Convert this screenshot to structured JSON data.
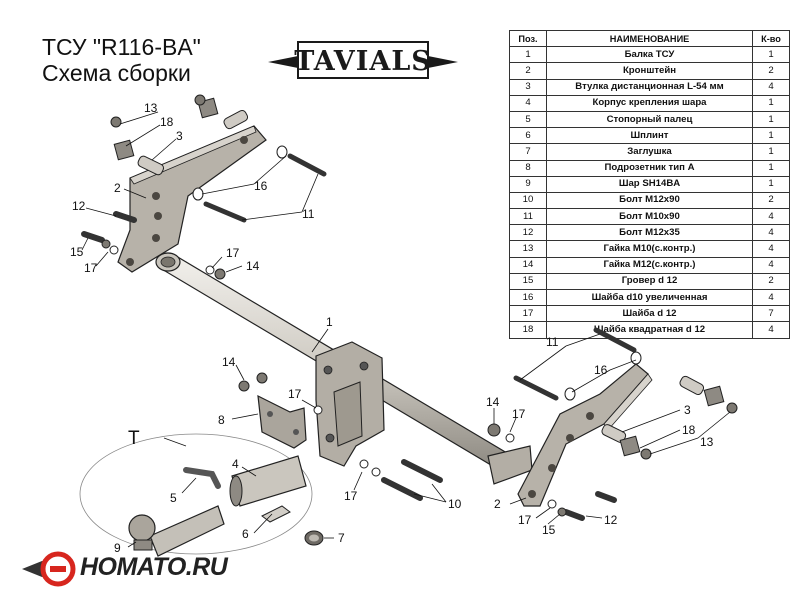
{
  "header": {
    "code_line": "ТСУ  \"R116-BA\"",
    "subtitle": "Схема сборки",
    "brand": "TAVIALS"
  },
  "table": {
    "headers": [
      "Поз.",
      "НАИМЕНОВАНИЕ",
      "К-во"
    ],
    "rows": [
      {
        "pos": "1",
        "name": "Балка ТСУ",
        "qty": "1"
      },
      {
        "pos": "2",
        "name": "Кронштейн",
        "qty": "2"
      },
      {
        "pos": "3",
        "name": "Втулка дистанционная L-54 мм",
        "qty": "4"
      },
      {
        "pos": "4",
        "name": "Корпус крепления шара",
        "qty": "1"
      },
      {
        "pos": "5",
        "name": "Стопорный палец",
        "qty": "1"
      },
      {
        "pos": "6",
        "name": "Шплинт",
        "qty": "1"
      },
      {
        "pos": "7",
        "name": "Заглушка",
        "qty": "1"
      },
      {
        "pos": "8",
        "name": "Подрозетник тип А",
        "qty": "1"
      },
      {
        "pos": "9",
        "name": "Шар SH14BA",
        "qty": "1"
      },
      {
        "pos": "10",
        "name": "Болт M12x90",
        "qty": "2"
      },
      {
        "pos": "11",
        "name": "Болт M10x90",
        "qty": "4"
      },
      {
        "pos": "12",
        "name": "Болт M12x35",
        "qty": "4"
      },
      {
        "pos": "13",
        "name": "Гайка M10(с.контр.)",
        "qty": "4"
      },
      {
        "pos": "14",
        "name": "Гайка M12(с.контр.)",
        "qty": "4"
      },
      {
        "pos": "15",
        "name": "Гровер d 12",
        "qty": "2"
      },
      {
        "pos": "16",
        "name": "Шайба d10 увеличенная",
        "qty": "4"
      },
      {
        "pos": "17",
        "name": "Шайба d 12",
        "qty": "7"
      },
      {
        "pos": "18",
        "name": "Шайба квадратная d 12",
        "qty": "4"
      }
    ]
  },
  "callouts": {
    "c13a": "13",
    "c18a": "18",
    "c3a": "3",
    "c2a": "2",
    "c16a": "16",
    "c11a": "11",
    "c12a": "12",
    "c15a": "15",
    "c17a": "17",
    "c17b": "17",
    "c14a": "14",
    "c1": "1",
    "c14b": "14",
    "c17c": "17",
    "c8": "8",
    "cT": "T",
    "c4": "4",
    "c5": "5",
    "c6": "6",
    "c9": "9",
    "c7": "7",
    "c17d": "17",
    "c10": "10",
    "c11b": "11",
    "c16b": "16",
    "c14c": "14",
    "c17e": "17",
    "c3b": "3",
    "c18b": "18",
    "c13b": "13",
    "c2b": "2",
    "c17f": "17",
    "c15b": "15",
    "c12b": "12"
  },
  "watermark": {
    "text": "HOMATO.RU",
    "colors": {
      "ring": "#d7261e",
      "wing": "#333333"
    }
  },
  "colors": {
    "part_fill": "#b9b5ad",
    "part_stroke": "#222222",
    "beam_fill": "#d8d5ce"
  }
}
